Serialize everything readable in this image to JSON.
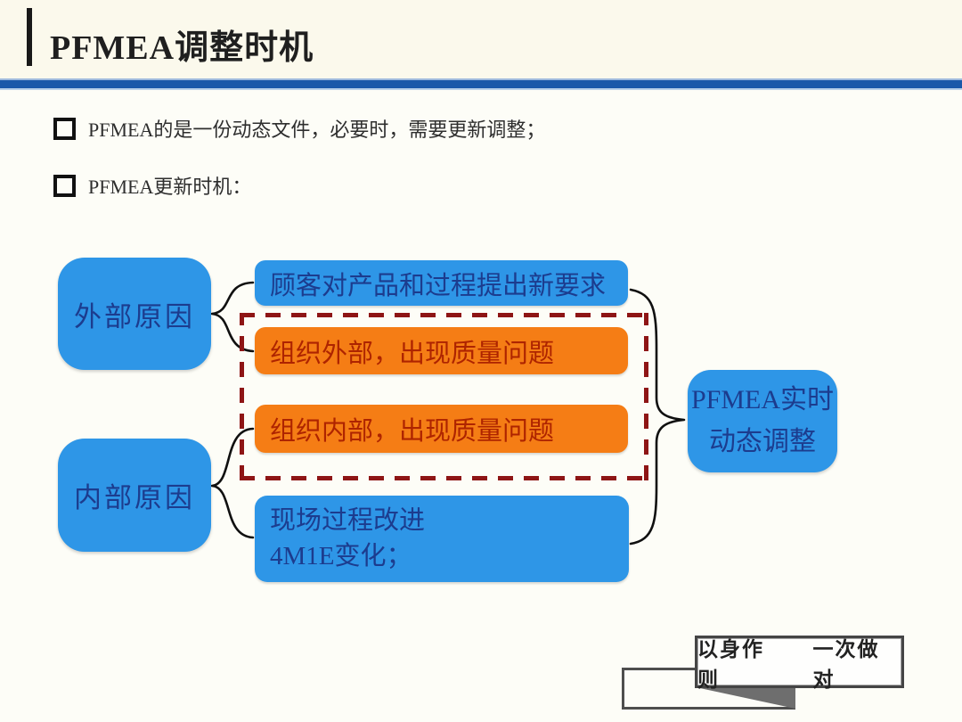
{
  "slide": {
    "title": "PFMEA调整时机",
    "bullets": [
      "PFMEA的是一份动态文件，必要时，需要更新调整；",
      "PFMEA更新时机："
    ],
    "diagram": {
      "cause_nodes": [
        {
          "label": "外部原因"
        },
        {
          "label": "内部原因"
        }
      ],
      "event_nodes": [
        {
          "label": "顾客对产品和过程提出新要求",
          "style": "blue"
        },
        {
          "label": "组织外部，出现质量问题",
          "style": "orange"
        },
        {
          "label": "组织内部，出现质量问题",
          "style": "orange"
        },
        {
          "line1": "现场过程改进",
          "line2": "4M1E变化；",
          "style": "blue"
        }
      ],
      "result_node": {
        "line1": "PFMEA实时",
        "line2": "动态调整"
      }
    },
    "footer": {
      "motto_left": "以身作则",
      "motto_right": "一次做对"
    },
    "colors": {
      "title_rule_blue": "#1b58a9",
      "node_blue": "#2e96e7",
      "node_blue_text": "#1c3c8e",
      "node_orange": "#f57d15",
      "node_orange_text": "#ae2400",
      "dashed_border_red": "#8e1515",
      "connector_black": "#101010"
    }
  }
}
